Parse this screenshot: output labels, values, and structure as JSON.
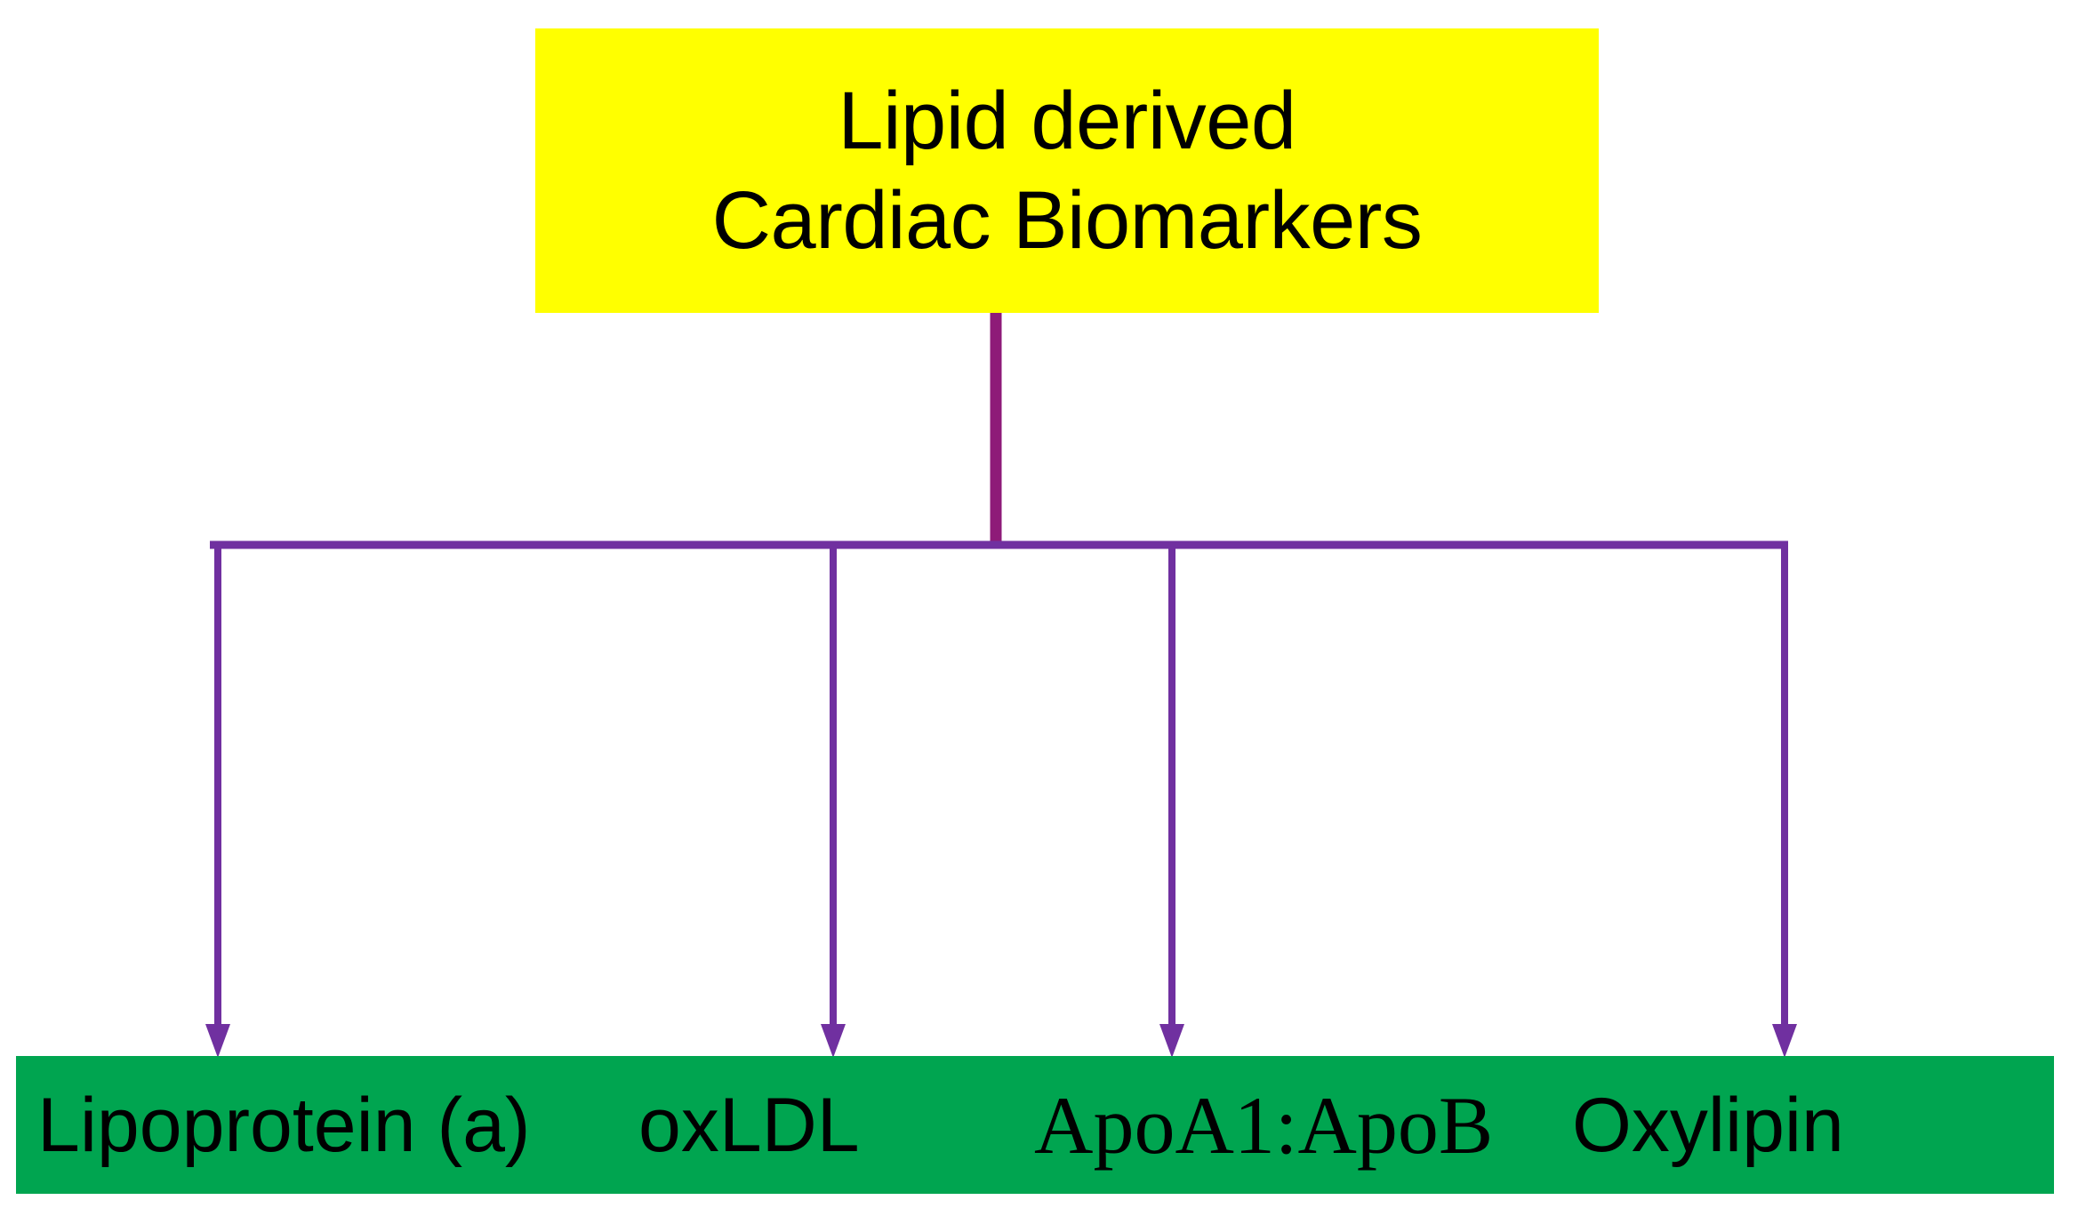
{
  "diagram": {
    "type": "hierarchy-flowchart",
    "orientation": "top-down",
    "root": {
      "title_line1": "Lipid derived",
      "title_line2": "Cardiac Biomarkers",
      "fill_color": "#FFFF00",
      "text_color": "#000000"
    },
    "leaf_group": {
      "fill_color": "#00A550",
      "text_color": "#000000",
      "items": [
        {
          "label": "Lipoprotein (a)",
          "font": "sans"
        },
        {
          "label": "oxLDL",
          "font": "sans"
        },
        {
          "label": "ApoA1:ApoB",
          "font": "serif"
        },
        {
          "label": "Oxylipin",
          "font": "sans"
        }
      ]
    },
    "connectors": {
      "trunk_color": "#8E1B78",
      "branch_color": "#7030A0",
      "trunk_width": 12,
      "branch_width": 8,
      "arrow_count": 4
    }
  }
}
